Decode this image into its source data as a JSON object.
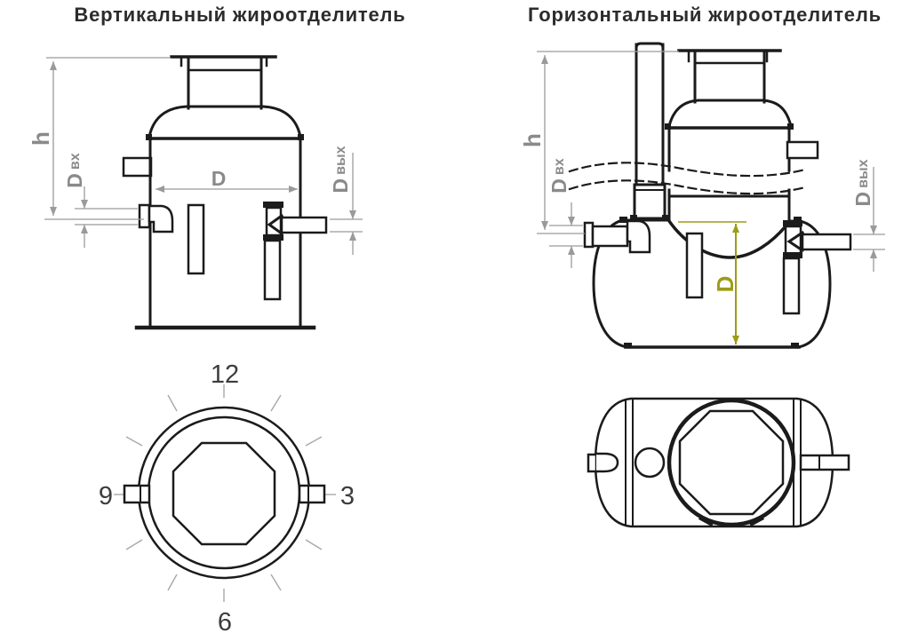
{
  "vertical": {
    "title": "Вертикальный жироотделитель",
    "dim_height": "h",
    "dim_diameter": "D",
    "dim_inlet": {
      "main": "D",
      "sub": "вх"
    },
    "dim_outlet": {
      "main": "D",
      "sub": "вых"
    },
    "top_view": {
      "pos_12": "12",
      "pos_3": "3",
      "pos_6": "6",
      "pos_9": "9"
    }
  },
  "horizontal": {
    "title": "Горизонтальный жироотделитель",
    "dim_height": "h",
    "dim_diameter": "D",
    "dim_inlet": {
      "main": "D",
      "sub": "вх"
    },
    "dim_outlet": {
      "main": "D",
      "sub": "вых"
    }
  },
  "colors": {
    "line": "#1b1b1b",
    "dimension_line": "#9a9a9a",
    "dimension_text": "#8a8a8a",
    "accent_olive": "#9c9c17",
    "clock_numbers": "#3d3d3d",
    "title_text": "#2c2c2c"
  }
}
